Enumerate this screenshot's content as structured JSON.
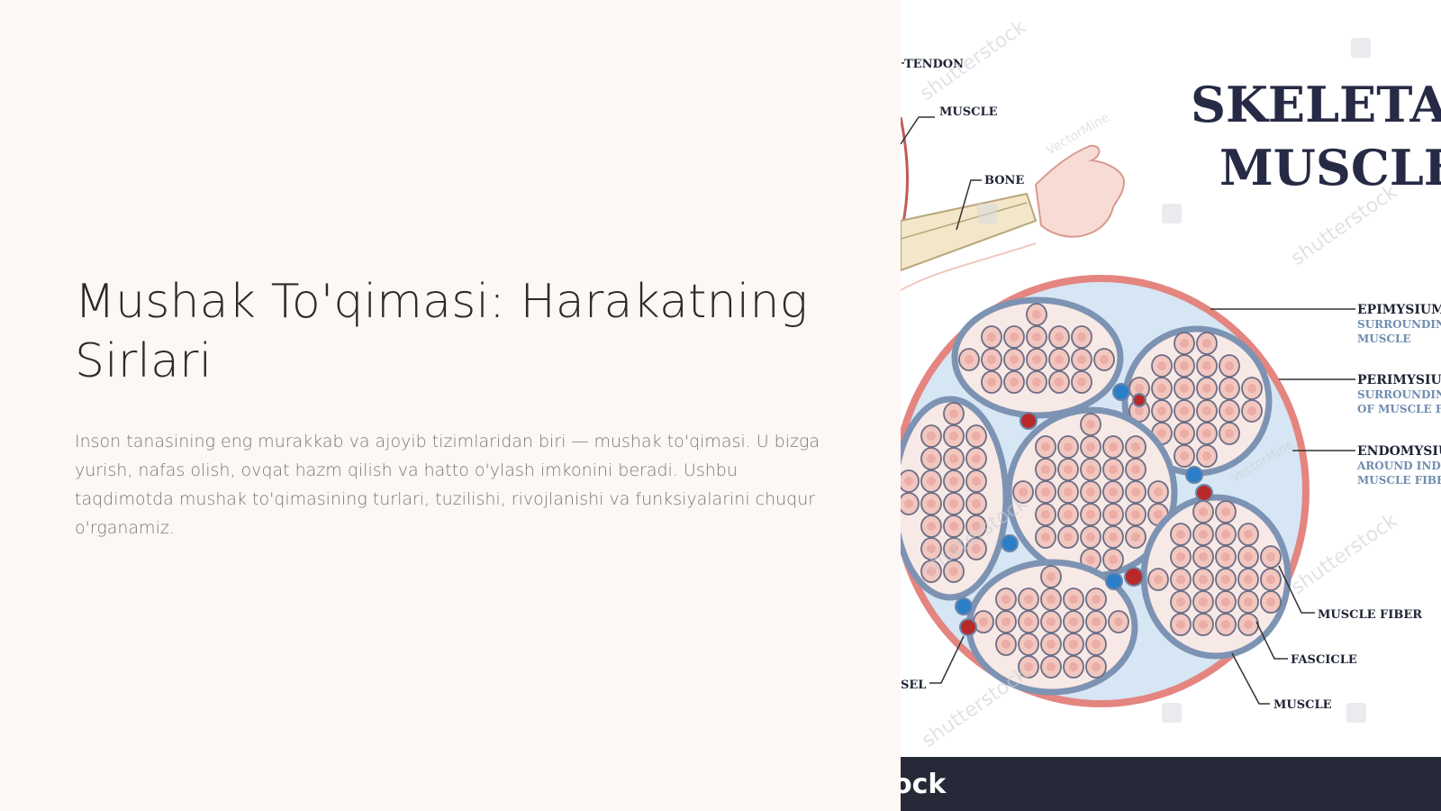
{
  "slide": {
    "title": "Mushak To'qimasi: Harakatning Sirlari",
    "description": "Inson tanasining eng murakkab va ajoyib tizimlaridan biri — mushak to'qimasi. U bizga yurish, nafas olish, ovqat hazm qilish va hatto o'ylash imkonini beradi. Ushbu taqdimotda mushak to'qimasining turlari, tuzilishi, rivojlanishi va funksiyalarini chuqur o'rganamiz."
  },
  "illustration": {
    "heading_line1": "SKELETAL",
    "heading_line2": "MUSCLE",
    "labels": {
      "tendon": "TENDON",
      "muscle_top": "MUSCLE",
      "bone": "BONE",
      "epimysium": "EPIMYSIUM",
      "epimysium_sub1": "SURROUNDING",
      "epimysium_sub2": "MUSCLE",
      "perimysium": "PERIMYSIUM",
      "perimysium_sub1": "SURROUNDING",
      "perimysium_sub2": "OF MUSCLE FI",
      "endomysium": "ENDOMYSIUM",
      "endomysium_sub1": "AROUND INDI",
      "endomysium_sub2": "MUSCLE FIBE",
      "muscle_fiber": "MUSCLE FIBER",
      "fascicle": "FASCICLE",
      "muscle_bottom": "MUSCLE",
      "vessel": "SEL"
    },
    "watermark_text": "shutterstock",
    "watermark_author": "VectorMine",
    "footer_text": "ock",
    "colors": {
      "epimysium": "#e48580",
      "fascicle_ring": "#7d93b3",
      "fiber_fill": "#f2c7c0",
      "vein": "#2b7fc8",
      "artery": "#b82a2a",
      "footer": "#262a38"
    }
  }
}
